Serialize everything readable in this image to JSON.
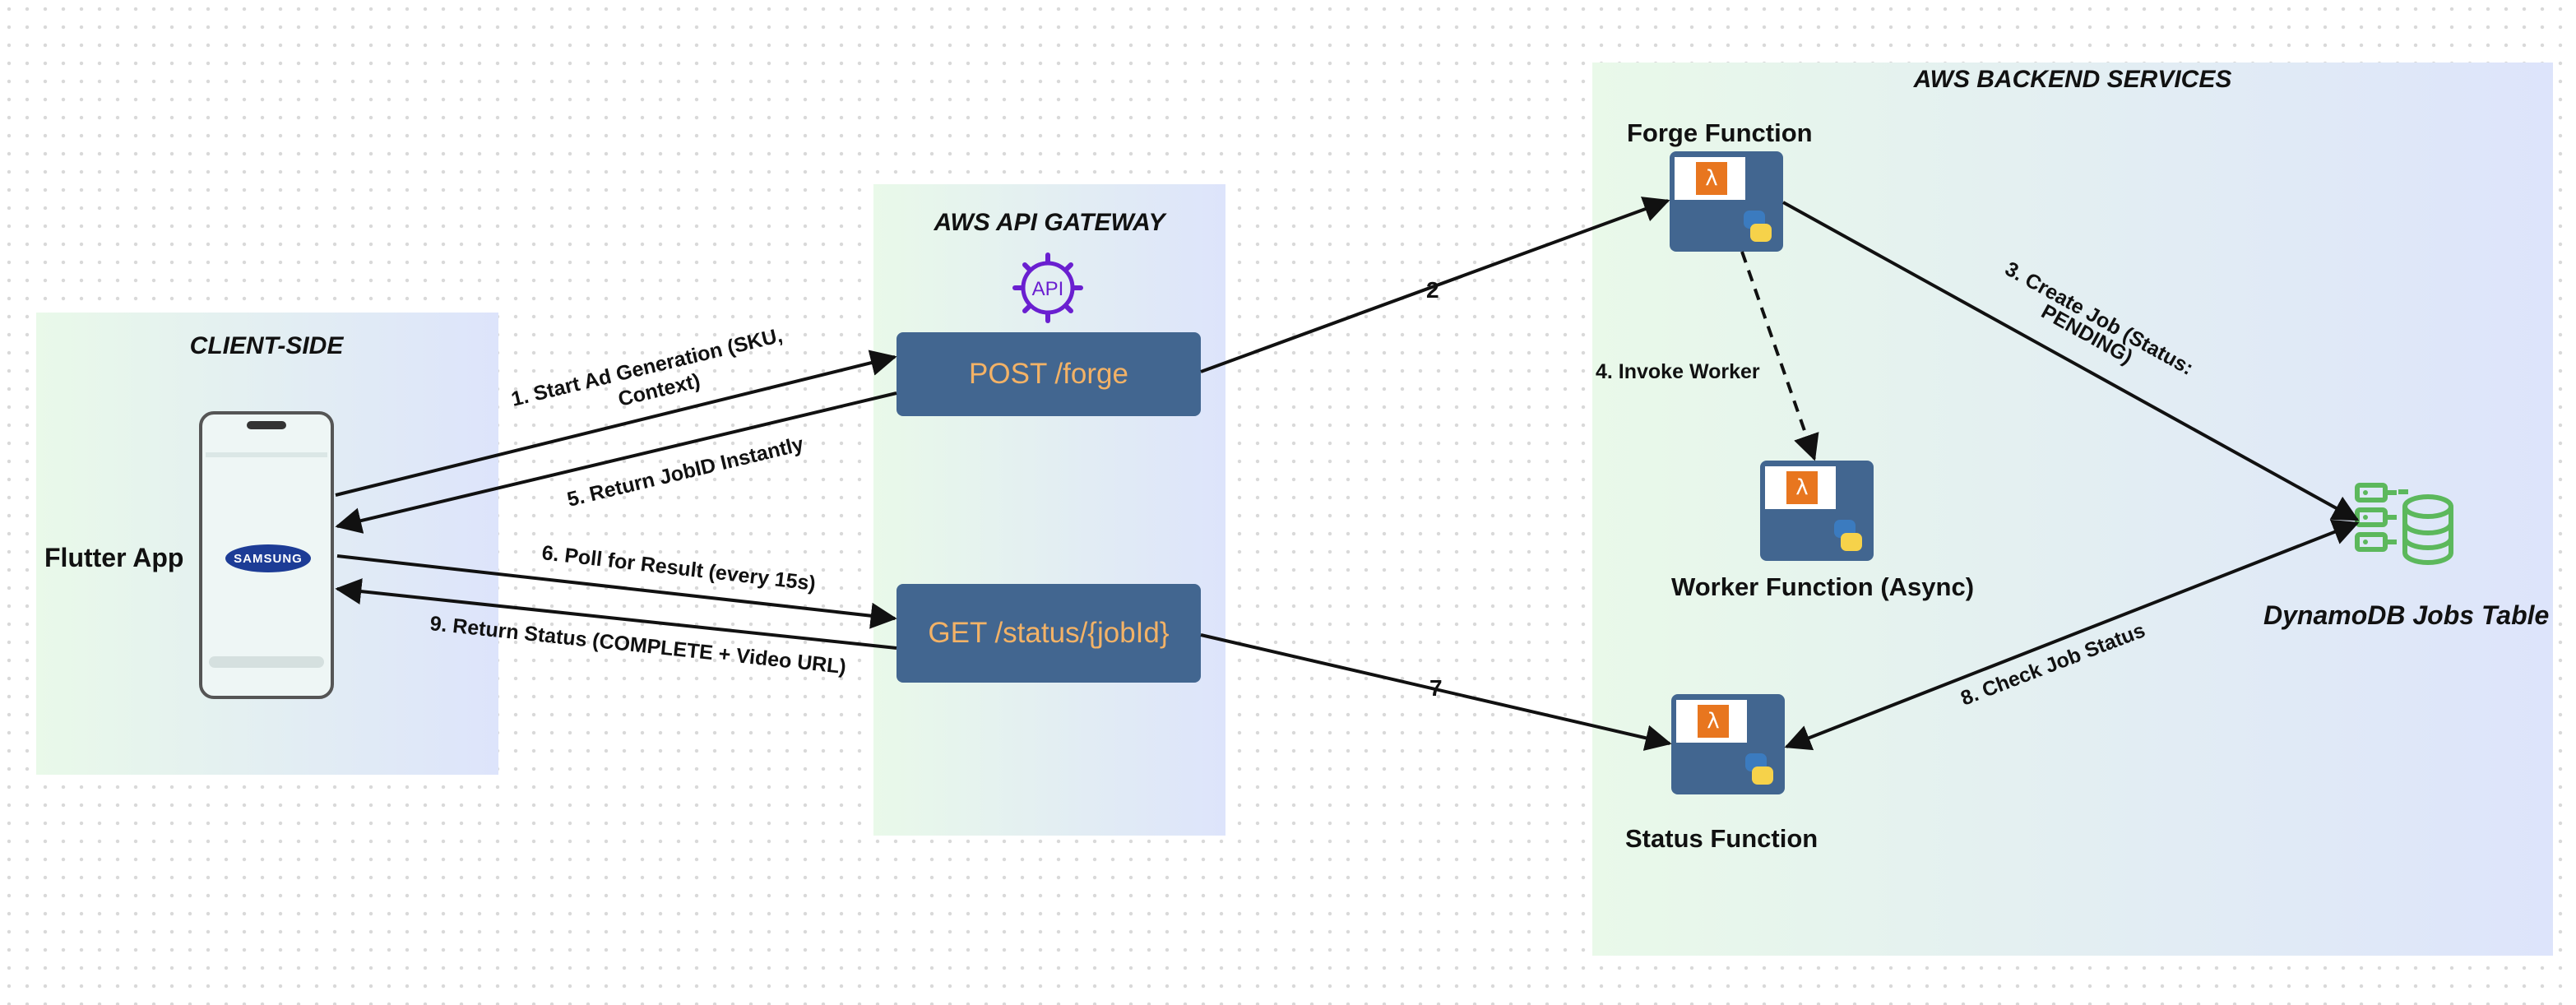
{
  "panels": {
    "client": {
      "title": "CLIENT-SIDE"
    },
    "gateway": {
      "title": "AWS API GATEWAY",
      "icon": "api-gateway-icon"
    },
    "backend": {
      "title": "AWS BACKEND SERVICES"
    }
  },
  "client": {
    "app_label": "Flutter App",
    "phone_brand": "SAMSUNG"
  },
  "endpoints": {
    "forge": "POST /forge",
    "status": "GET /status/{jobId}"
  },
  "functions": {
    "forge": "Forge Function",
    "worker": "Worker Function (Async)",
    "status": "Status Function"
  },
  "database": {
    "label": "DynamoDB Jobs Table",
    "icon": "database-icon"
  },
  "edges": {
    "e1_line1": "1. Start Ad Generation (SKU,",
    "e1_line2": "Context)",
    "e2": "2",
    "e3_line1": "3. Create Job (Status:",
    "e3_line2": "PENDING)",
    "e4": "4. Invoke Worker",
    "e5": "5. Return JobID Instantly",
    "e6": "6. Poll for Result (every 15s)",
    "e7": "7",
    "e8": "8. Check Job Status",
    "e9": "9. Return Status (COMPLETE + Video URL)"
  },
  "colors": {
    "endpoint_fill": "#426690",
    "endpoint_text": "#f3b266",
    "lambda_orange": "#e8761f",
    "db_green": "#5cb85c",
    "api_purple": "#6a1fd0"
  }
}
